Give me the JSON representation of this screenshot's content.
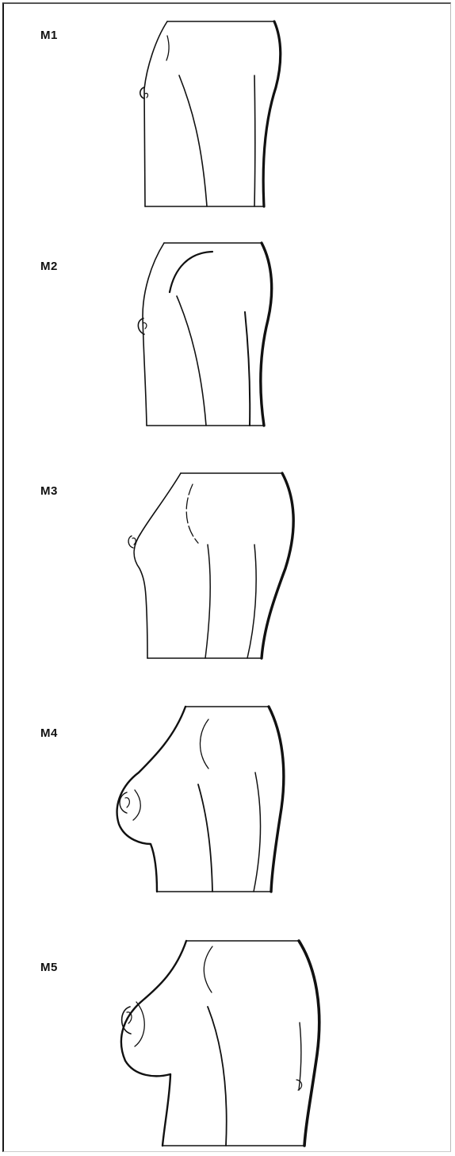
{
  "stages": [
    {
      "label": "M1"
    },
    {
      "label": "M2"
    },
    {
      "label": "M3"
    },
    {
      "label": "M4"
    },
    {
      "label": "M5"
    }
  ]
}
